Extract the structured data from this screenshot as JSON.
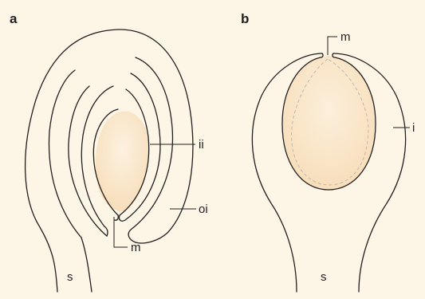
{
  "colors": {
    "background": "#fdf5e6",
    "line": "#231f20",
    "embryo_sac_fill": "#f9e3c4",
    "dashed_outline": "#b8b3ad"
  },
  "panel_a": {
    "letter": "a",
    "labels": {
      "inner_integument": "ii",
      "outer_integument": "oi",
      "micropyle": "m",
      "stalk": "s"
    }
  },
  "panel_b": {
    "letter": "b",
    "labels": {
      "micropyle": "m",
      "integument": "i",
      "stalk": "s"
    }
  }
}
